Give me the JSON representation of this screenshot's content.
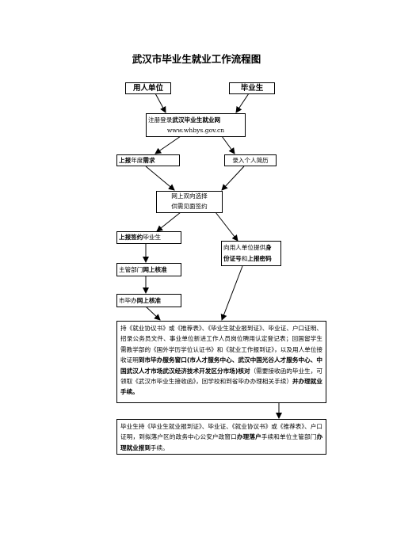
{
  "title": "武汉市毕业生就业工作流程图",
  "employer": "用人单位",
  "graduate": "毕业生",
  "register": {
    "prefix": "注册登录",
    "site_name": "武汉毕业生就业网",
    "url": "www.whbys.gov.cn"
  },
  "employer_report": {
    "part1": "上报",
    "part2": "年度",
    "part3": "需求"
  },
  "graduate_resume": "录入个人简历",
  "online": {
    "line1": "网上双向选择",
    "line2": "供需见面签约"
  },
  "report_sign": {
    "part1": "上报签约",
    "part2": "毕业生"
  },
  "provide": {
    "line1a": "向用人单位提供",
    "line1b": "身",
    "line2a": "份证号",
    "line2b": "和",
    "line2c": "上报密码"
  },
  "dept_check": {
    "part1": "主管部门",
    "part2": "网上核准"
  },
  "city_check": {
    "part1": "市毕办",
    "part2": "网上核准"
  },
  "step1": {
    "t1": "持《就业协议书》或《推荐表》、《毕业生就业报到证》、毕业证、户口证明、招录公务员文件、事业单位新进工作人员岗位聘用认定登记表；回国留学生需教学部的《国外学历学位认证书》和《就业工作报到证》，以及用人单位接收证明",
    "t2": "到市毕办服务窗口(市人才服务中心、武汉中国光谷人才服务中心、中国武汉人才市场武汉经济技术开发区分市场)核对",
    "t3": "（需要接收函的毕业生，可领取《武汉市毕业生接收函》，回学校和到省毕办办理相关手续）",
    "t4": "并办理就业手续。"
  },
  "step2": {
    "t1": "毕业生持《毕业生就业报到证》、毕业证、《就业协议书》或《推荐表》、户口证明，到拟落户区的政务中心公安户政窗口",
    "t2": "办理落户",
    "t3": "手续和单位主管部门",
    "t4": "办理就业报到",
    "t5": "手续。"
  }
}
